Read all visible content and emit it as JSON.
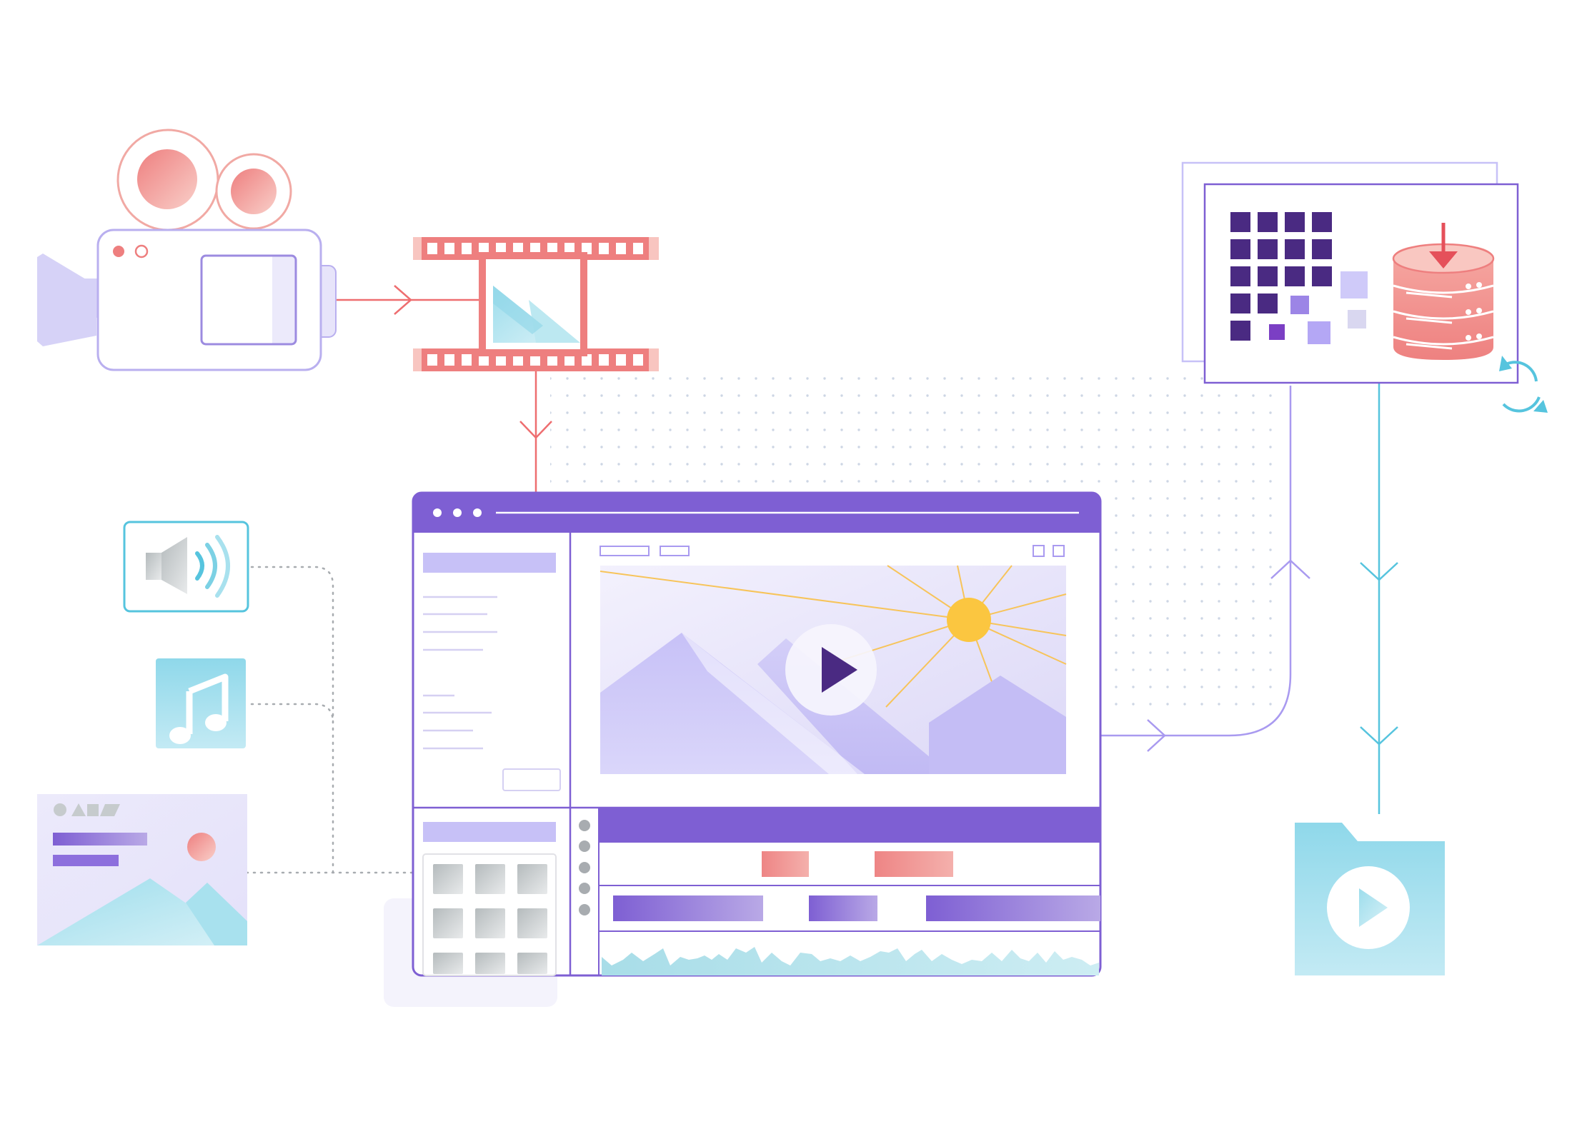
{
  "diagram": {
    "nodes": [
      {
        "id": "video-camera",
        "icon": "video-camera-icon"
      },
      {
        "id": "film-strip",
        "icon": "film-strip-icon"
      },
      {
        "id": "audio-speaker",
        "icon": "speaker-icon"
      },
      {
        "id": "music-note",
        "icon": "music-note-icon"
      },
      {
        "id": "graphics-image",
        "icon": "image-icon"
      },
      {
        "id": "editor-window",
        "icon": "video-editor-icon"
      },
      {
        "id": "storage-panel",
        "icon": "database-icon"
      },
      {
        "id": "output-folder",
        "icon": "video-folder-icon"
      }
    ],
    "edges": [
      {
        "from": "video-camera",
        "to": "film-strip"
      },
      {
        "from": "film-strip",
        "to": "editor-window"
      },
      {
        "from": "audio-speaker",
        "to": "editor-window"
      },
      {
        "from": "music-note",
        "to": "editor-window"
      },
      {
        "from": "graphics-image",
        "to": "editor-window"
      },
      {
        "from": "editor-window",
        "to": "storage-panel"
      },
      {
        "from": "storage-panel",
        "to": "output-folder"
      }
    ]
  },
  "colors": {
    "purple": "#7E5FD3",
    "purple_light": "#C7C1F7",
    "lavender": "#ECEAFB",
    "coral": "#EE7F7F",
    "coral_light": "#F6B2AE",
    "cyan": "#56C4DE",
    "cyan_light": "#A8E1EE",
    "yellow": "#FBC640",
    "dark_purple": "#4A2A82",
    "gray": "#BFC4C6"
  }
}
